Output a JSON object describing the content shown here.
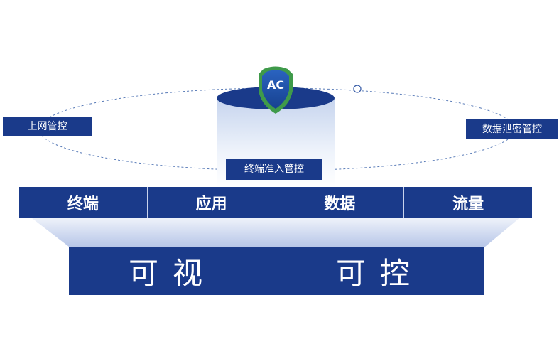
{
  "badge": {
    "text": "AC"
  },
  "labels": {
    "left": "上网管控",
    "right": "数据泄密管控",
    "center": "终端准入管控"
  },
  "bar": {
    "items": [
      {
        "label": "终端"
      },
      {
        "label": "应用"
      },
      {
        "label": "数据"
      },
      {
        "label": "流量"
      }
    ]
  },
  "base": {
    "left": "可视",
    "right": "可控"
  },
  "colors": {
    "primary": "#1a3a8a",
    "shield_green": "#3f9a4a",
    "shield_blue": "#1e56b0",
    "funnel": "#c8d4ee",
    "orbit": "#5a7cb8"
  }
}
